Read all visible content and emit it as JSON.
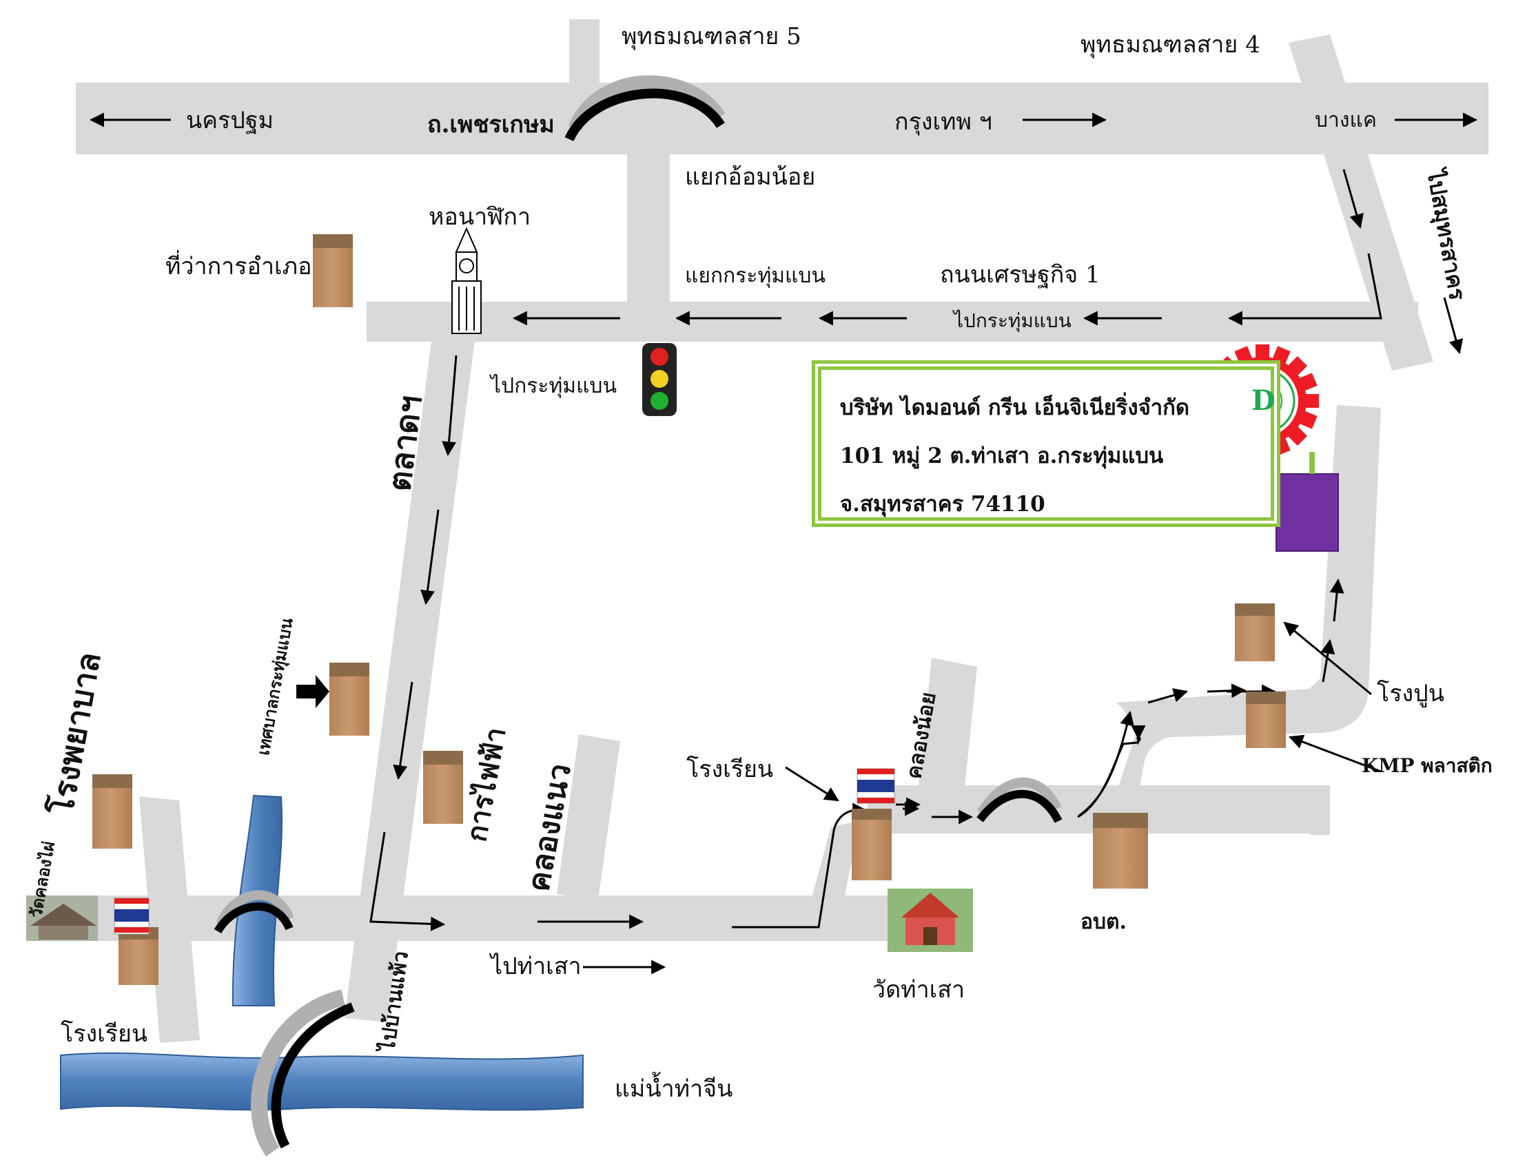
{
  "title_roads": {
    "phutthamonthon_5": "พุทธมณฑลสาย 5",
    "phutthamonthon_4": "พุทธมณฑลสาย 4",
    "phetkasem": "ถ.เพชรเกษม",
    "setthakit_1": "ถนนเศรษฐกิจ 1"
  },
  "directions": {
    "nakhon_pathom": "นครปฐม",
    "bangkok": "กรุงเทพ ฯ",
    "bang_khae": "บางแค",
    "to_samut_sakhon": "ไปสมุทรสาคร",
    "to_krathum_baen_1": "ไปกระทุ่มแบน",
    "to_krathum_baen_2": "ไปกระทุ่มแบน",
    "to_tha_sao": "ไปท่าเสา",
    "to_ban_phaeo": "ไปบ้านแพ้ว"
  },
  "junctions": {
    "om_noi": "แยกอ้อมน้อย",
    "krathum_baen": "แยกกระทุ่มแบน"
  },
  "landmarks": {
    "clock_tower": "หอนาฬิกา",
    "district_office": "ที่ว่าการอำเภอ",
    "market": "ตลาดฯ",
    "municipality": "เทศบาลกระทุ่มแบน",
    "electricity": "การไฟฟ้า",
    "hospital": "โรงพยาบาล",
    "temple_left": "วัดคลองไผ่",
    "khlong_naeo": "คลองแนว",
    "school_center": "โรงเรียน",
    "khlong_noi": "คลองน้อย",
    "school_left": "โรงเรียน",
    "river": "แม่น้ำท่าจีน",
    "wat_tha_sao": "วัดท่าเสา",
    "sao": "อบต.",
    "cement": "โรงปูน",
    "kmp": "KMP พลาสติก"
  },
  "company": {
    "name": "บริษัท ไดมอนด์ กรีน เอ็นจิเนียริ่งจำกัด",
    "address_1": "101 หมู่ 2 ต.ท่าเสา  อ.กระทุ่มแบน",
    "address_2": "จ.สมุทรสาคร  74110",
    "logo_letter": "D"
  },
  "colors": {
    "road": "#d9d9d9",
    "river": "#4f81bd",
    "building": "#c4956b",
    "building_roof": "#8b6b4a",
    "company_border": "#8dc63f",
    "company_marker": "#7030a0",
    "pointer_arrow": "#e02020",
    "logo_gear": "#ee1c25",
    "logo_ring": "#1fa84f"
  }
}
